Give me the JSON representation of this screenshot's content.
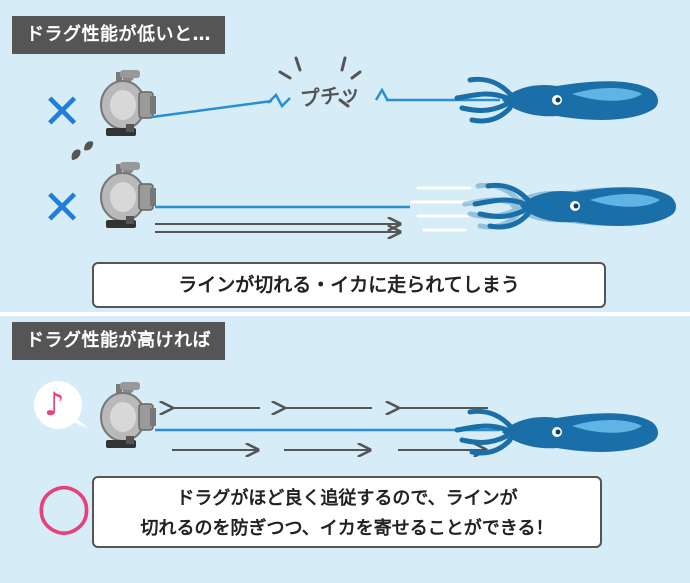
{
  "top_section": {
    "label": "ドラグ性能が低いと…",
    "snap_text": "プチッ",
    "caption": "ラインが切れる・イカに走られてしまう",
    "fail_mark": "✕"
  },
  "bottom_section": {
    "label": "ドラグ性能が高ければ",
    "music_note": "♪",
    "caption_line1": "ドラグがほど良く追従するので、ラインが",
    "caption_line2": "切れるのを防ぎつつ、イカを寄せることができる！",
    "ok_mark": "○"
  },
  "colors": {
    "background": "#d6ecf7",
    "line_blue": "#2a8fd0",
    "squid_blue": "#1a6fa8",
    "fail_mark": "#1f7fd6",
    "ok_mark": "#e8407a",
    "label_bg": "#555555",
    "arrow_gray": "#555555"
  }
}
